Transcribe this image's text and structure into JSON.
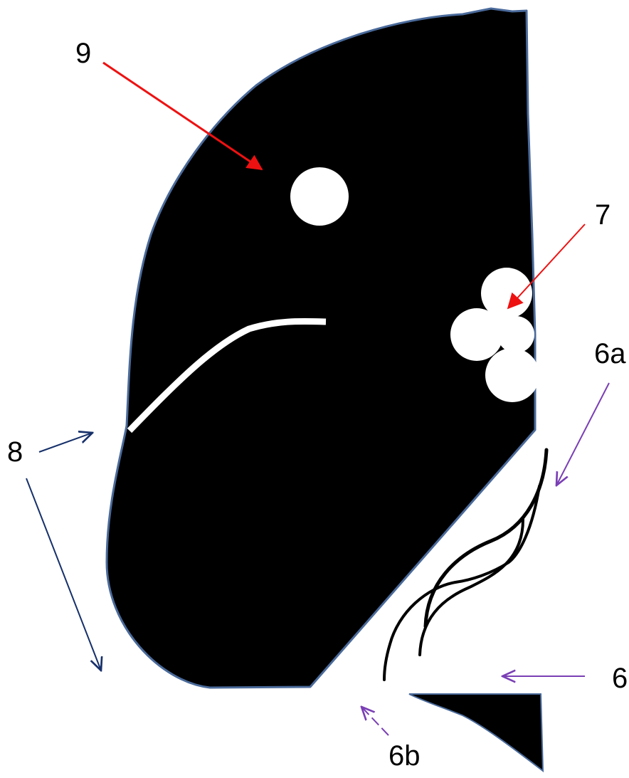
{
  "labels": {
    "l9": "9",
    "l7": "7",
    "l6a": "6a",
    "l8": "8",
    "l6": "6",
    "l6b": "6b"
  },
  "colors": {
    "fill": "#000000",
    "outline": "#4a6a9a",
    "red_arrow": "#ee1111",
    "navy_arrow": "#16306a",
    "purple_arrow": "#7a3fb5",
    "white": "#ffffff"
  }
}
